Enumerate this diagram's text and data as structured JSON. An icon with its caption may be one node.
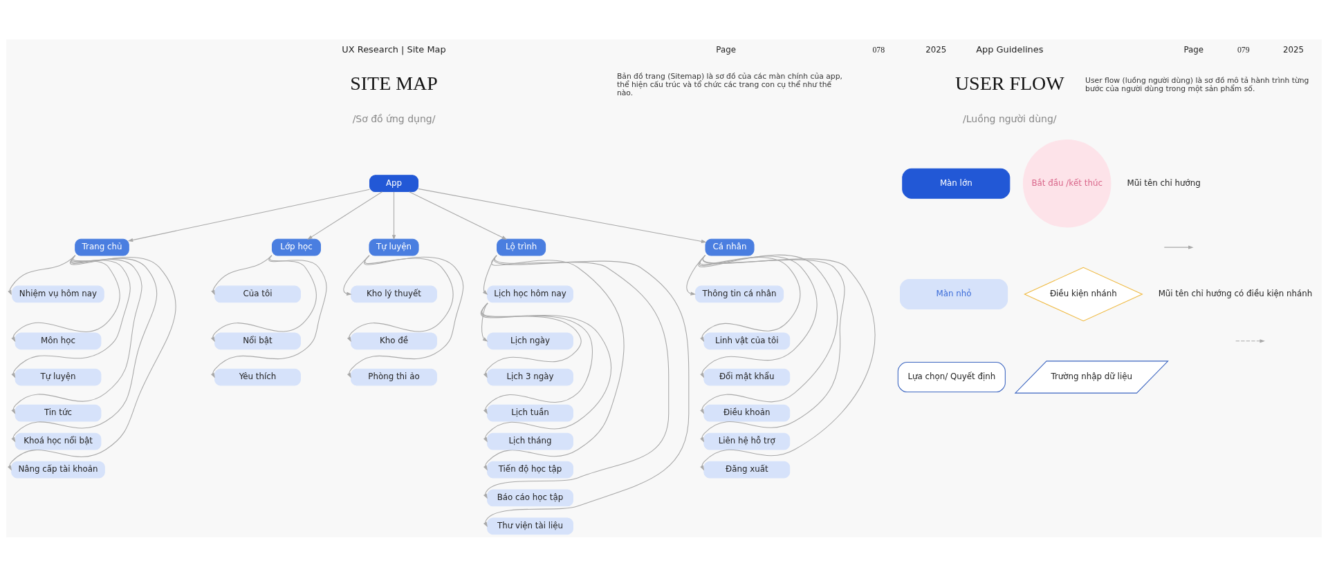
{
  "diagram": {
    "nodes": [
      {
        "text": [
          "App"
        ]
      },
      {
        "text": [
          "Trang chủ"
        ]
      },
      {
        "text": [
          "Nhiệm vụ hôm nay"
        ]
      },
      {
        "text": [
          "Môn học"
        ]
      },
      {
        "text": [
          "Tự luyện"
        ]
      },
      {
        "text": [
          "Tin tức"
        ]
      },
      {
        "text": [
          "Khoá học nổi bật"
        ]
      },
      {
        "text": [
          "Nâng cấp tài khoản"
        ]
      },
      {
        "text": [
          "Lớp học"
        ]
      },
      {
        "text": [
          "Của tôi"
        ]
      },
      {
        "text": [
          "Nổi bật"
        ]
      },
      {
        "text": [
          "Yêu thích"
        ]
      },
      {
        "text": [
          "Tự luyện"
        ]
      },
      {
        "text": [
          "Kho lý thuyết"
        ]
      },
      {
        "text": [
          "Kho đề"
        ]
      },
      {
        "text": [
          "Phòng thi ảo"
        ]
      },
      {
        "text": [
          "Lộ trình"
        ]
      },
      {
        "text": [
          "Lịch học hôm nay"
        ]
      },
      {
        "text": [
          "Lịch ngày"
        ]
      },
      {
        "text": [
          "Lịch 3 ngày"
        ]
      },
      {
        "text": [
          "Lịch tuần"
        ]
      },
      {
        "text": [
          "Lịch tháng"
        ]
      },
      {
        "text": [
          "Tiến độ học tập"
        ]
      },
      {
        "text": [
          "Báo cáo học tập"
        ]
      },
      {
        "text": [
          "Thư viện tài liệu"
        ]
      },
      {
        "text": [
          "Cá nhân"
        ]
      },
      {
        "text": [
          "Thông tin cá nhân"
        ]
      },
      {
        "text": [
          "Linh vật của tôi"
        ]
      },
      {
        "text": [
          "Đổi mật khẩu"
        ]
      },
      {
        "text": [
          "Điều khoản"
        ]
      },
      {
        "text": [
          "Liên hệ hỗ trợ"
        ]
      },
      {
        "text": [
          "Đăng xuất"
        ]
      },
      {
        "text": [
          "Màn lớn"
        ]
      },
      {
        "text": [
          "Bắt đầu /kết thúc"
        ]
      },
      {
        "text": [
          "Màn nhỏ"
        ]
      },
      {
        "text": [
          "Điều kiện nhánh"
        ]
      },
      {
        "text": [
          "Lựa chọn/ Quyết định"
        ]
      },
      {
        "text": [
          "Trường nhập dữ liệu"
        ]
      }
    ],
    "edges": [
      {
        "from": 0,
        "to": 1,
        "arrow": "to"
      },
      {
        "from": 0,
        "to": 8,
        "arrow": "to"
      },
      {
        "from": 0,
        "to": 12,
        "arrow": "to"
      },
      {
        "from": 0,
        "to": 16,
        "arrow": "to"
      },
      {
        "from": 0,
        "to": 25,
        "arrow": "to"
      },
      {
        "from": 1,
        "to": 2,
        "arrow": "to"
      },
      {
        "from": 1,
        "to": 3,
        "arrow": "to"
      },
      {
        "from": 1,
        "to": 4,
        "arrow": "to"
      },
      {
        "from": 1,
        "to": 5,
        "arrow": "to"
      },
      {
        "from": 1,
        "to": 6,
        "arrow": "to"
      },
      {
        "from": 1,
        "to": 7,
        "arrow": "to"
      },
      {
        "from": 8,
        "to": 9,
        "arrow": "to"
      },
      {
        "from": 8,
        "to": 10,
        "arrow": "to"
      },
      {
        "from": 8,
        "to": 11,
        "arrow": "to"
      },
      {
        "from": 12,
        "to": 13,
        "arrow": "to"
      },
      {
        "from": 12,
        "to": 14,
        "arrow": "to"
      },
      {
        "from": 12,
        "to": 15,
        "arrow": "to"
      },
      {
        "from": 16,
        "to": 17,
        "arrow": "to"
      },
      {
        "from": 17,
        "to": 18,
        "arrow": "to"
      },
      {
        "from": 17,
        "to": 19,
        "arrow": "to"
      },
      {
        "from": 17,
        "to": 20,
        "arrow": "to"
      },
      {
        "from": 17,
        "to": 21,
        "arrow": "to"
      },
      {
        "from": 16,
        "to": 22,
        "arrow": "to"
      },
      {
        "from": 16,
        "to": 23,
        "arrow": "to"
      },
      {
        "from": 16,
        "to": 24,
        "arrow": "to"
      },
      {
        "from": 25,
        "to": 26,
        "arrow": "to"
      },
      {
        "from": 25,
        "to": 27,
        "arrow": "to"
      },
      {
        "from": 25,
        "to": 28,
        "arrow": "to"
      },
      {
        "from": 25,
        "to": 29,
        "arrow": "to"
      },
      {
        "from": 25,
        "to": 30,
        "arrow": "to"
      },
      {
        "from": 25,
        "to": 31,
        "arrow": "to"
      }
    ],
    "labels": [
      "UX Research | Site Map",
      "Page",
      "078",
      "2025",
      "SITE MAP",
      "/Sơ đồ ứng dụng/",
      "Bản đồ trang (Sitemap) là sơ đồ của các màn chính của app, thể hiện cấu trúc và tổ chức các trang con cụ thể như thế nào.",
      "App Guidelines",
      "Page",
      "079",
      "2025",
      "USER FLOW",
      "/Luồng người dùng/",
      "User flow (luồng người dùng) là sơ đồ mô tả hành trình từng bước của người dùng trong một sản phẩm số."
    ],
    "legend": [
      {
        "text": "Mũi tên chỉ hướng"
      },
      {
        "text": "Mũi tên chỉ hướng có điều kiện nhánh"
      }
    ]
  }
}
